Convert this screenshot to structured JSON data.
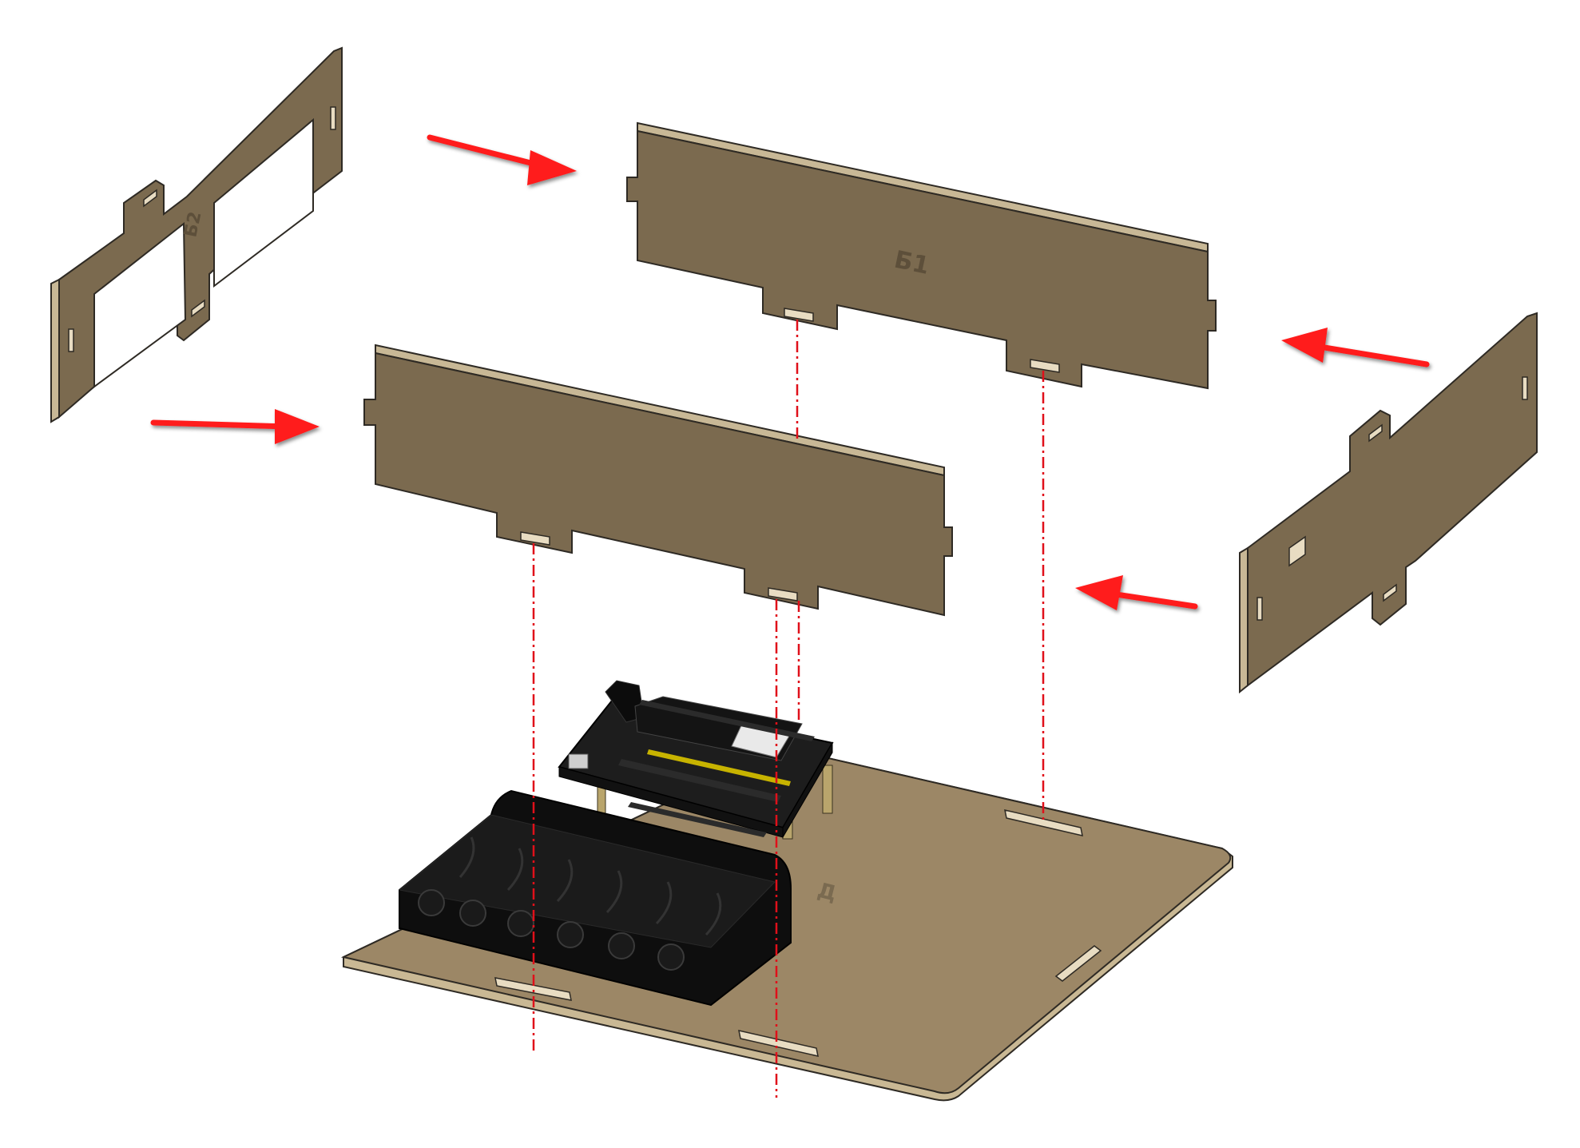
{
  "diagram": {
    "parts": {
      "left_panel": {
        "label": "Б2"
      },
      "back_panel": {
        "label": "Б1"
      },
      "front_panel": {
        "label": ""
      },
      "right_panel": {
        "label": ""
      },
      "base_plate": {
        "label": "Д"
      },
      "controller_board": {
        "label": ""
      },
      "battery_holder": {
        "label": ""
      }
    },
    "colors": {
      "panel_face": "#7b6a4f",
      "panel_face_light": "#9a8765",
      "panel_edge": "#c8b896",
      "panel_outline": "#2e2a24",
      "base_face": "#9c8766",
      "arrow": "#ff1a1a",
      "guide_line": "#e0101a",
      "board": "#1d1d1d",
      "battery_holder": "#0e0e0e"
    },
    "arrows": [
      {
        "name": "arrow-left-panel",
        "direction": "right"
      },
      {
        "name": "arrow-front-panel",
        "direction": "right"
      },
      {
        "name": "arrow-right-panel-upper",
        "direction": "left"
      },
      {
        "name": "arrow-right-panel-lower",
        "direction": "left"
      }
    ]
  }
}
